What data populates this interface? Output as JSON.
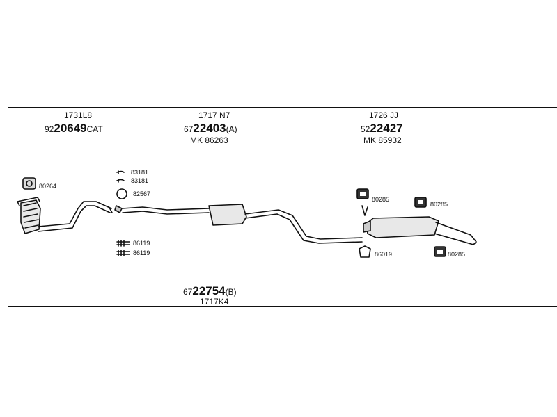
{
  "groups": [
    {
      "code": "1731L8",
      "prefix": "92",
      "main": "20649",
      "suffix": "CAT",
      "extra": ""
    },
    {
      "code": "1717 N7",
      "prefix": "67",
      "main": "22403",
      "suffix": "(A)",
      "extra": "MK 86263"
    },
    {
      "code": "1726 JJ",
      "prefix": "52",
      "main": "22427",
      "suffix": "",
      "extra": "MK 85932"
    }
  ],
  "bottom_group": {
    "prefix": "67",
    "main": "22754",
    "suffix": "(B)",
    "code": "1717K4"
  },
  "parts": {
    "gasket": "80264",
    "clamp_a": "83181",
    "clamp_b": "83181",
    "ring": "82567",
    "bolt_a": "86119",
    "bolt_b": "86119",
    "hanger_a": "80285",
    "hanger_b": "80285",
    "hanger_c": "80285",
    "bracket": "86019"
  }
}
